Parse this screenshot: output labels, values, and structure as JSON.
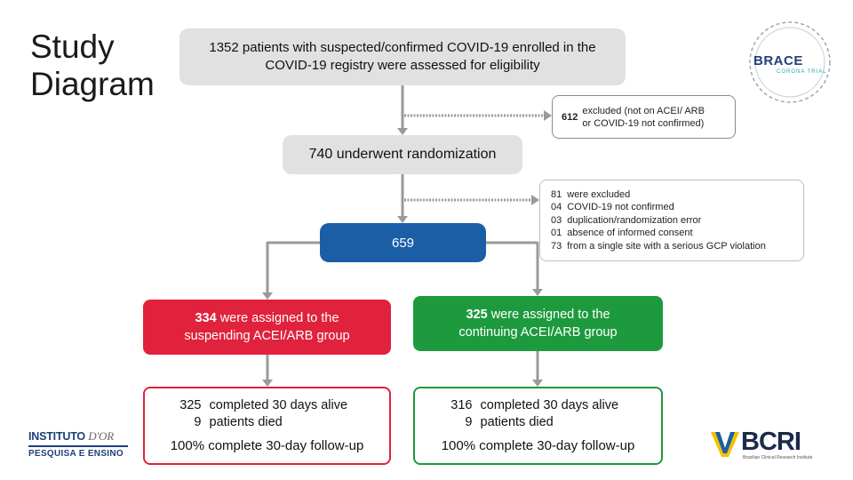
{
  "title": {
    "line1": "Study",
    "line2": "Diagram"
  },
  "enrollment": {
    "text": "1352 patients with suspected/confirmed COVID-19 enrolled in the COVID-19 registry were assessed for eligibility"
  },
  "exclusion1": {
    "count": "612",
    "text_line1": "excluded (not on ACEI/ ARB",
    "text_line2": "or COVID-19 not confirmed)"
  },
  "randomization": {
    "text": "740 underwent randomization"
  },
  "exclusion2": {
    "count": "81",
    "label": "were excluded",
    "reasons": [
      {
        "n": "04",
        "text": "COVID-19 not confirmed"
      },
      {
        "n": "03",
        "text": "duplication/randomization error"
      },
      {
        "n": "01",
        "text": "absence of informed consent"
      },
      {
        "n": "73",
        "text": "from a single site with a serious GCP violation"
      }
    ]
  },
  "analyzed": {
    "count": "659"
  },
  "suspending": {
    "count": "334",
    "line1": "were assigned to the",
    "line2": "suspending ACEI/ARB group"
  },
  "continuing": {
    "count": "325",
    "line1": "were assigned to the",
    "line2": "continuing ACEI/ARB group"
  },
  "suspending_outcome": {
    "completed_n": "325",
    "completed_text": "completed 30 days alive",
    "died_n": "9",
    "died_text": "patients died",
    "followup": "100% complete 30-day follow-up"
  },
  "continuing_outcome": {
    "completed_n": "316",
    "completed_text": "completed 30 days alive",
    "died_n": "9",
    "died_text": "patients died",
    "followup": "100% complete 30-day follow-up"
  },
  "logos": {
    "brace": {
      "name": "BRACE",
      "sub": "CORONA",
      "sub2": "TRIAL"
    },
    "instituto": {
      "line1a": "INSTITUTO",
      "line1b": "D'OR",
      "line2": "PESQUISA E ENSINO"
    },
    "bcri": {
      "name": "BCRI",
      "sub": "Brazilian Clinical Research Institute"
    }
  },
  "colors": {
    "blue": "#1a5ea6",
    "red": "#e0223c",
    "green": "#1e9a3e",
    "grey": "#e1e1e1",
    "arrow": "#9a9a9a"
  }
}
